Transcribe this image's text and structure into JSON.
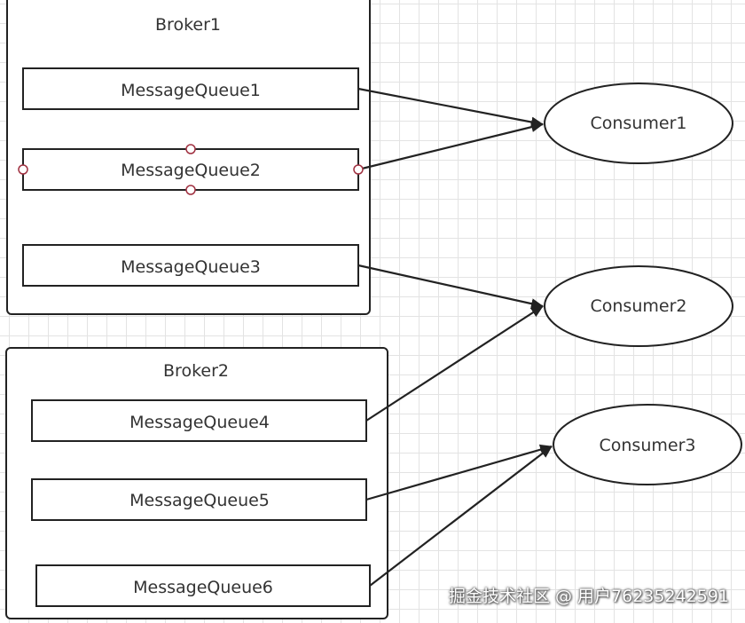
{
  "brokers": [
    {
      "name": "Broker1",
      "queues": [
        "MessageQueue1",
        "MessageQueue2",
        "MessageQueue3"
      ]
    },
    {
      "name": "Broker2",
      "queues": [
        "MessageQueue4",
        "MessageQueue5",
        "MessageQueue6"
      ]
    }
  ],
  "consumers": [
    "Consumer1",
    "Consumer2",
    "Consumer3"
  ],
  "edges": [
    {
      "from": "MessageQueue1",
      "to": "Consumer1"
    },
    {
      "from": "MessageQueue2",
      "to": "Consumer1"
    },
    {
      "from": "MessageQueue3",
      "to": "Consumer2"
    },
    {
      "from": "MessageQueue4",
      "to": "Consumer2"
    },
    {
      "from": "MessageQueue5",
      "to": "Consumer3"
    },
    {
      "from": "MessageQueue6",
      "to": "Consumer3"
    }
  ],
  "selected_node": "MessageQueue2",
  "watermark": "掘金技术社区 @ 用户76235242591",
  "colors": {
    "stroke": "#222222",
    "text": "#333333",
    "selection_handle": "#a03040",
    "grid": "#e3e3e3"
  }
}
